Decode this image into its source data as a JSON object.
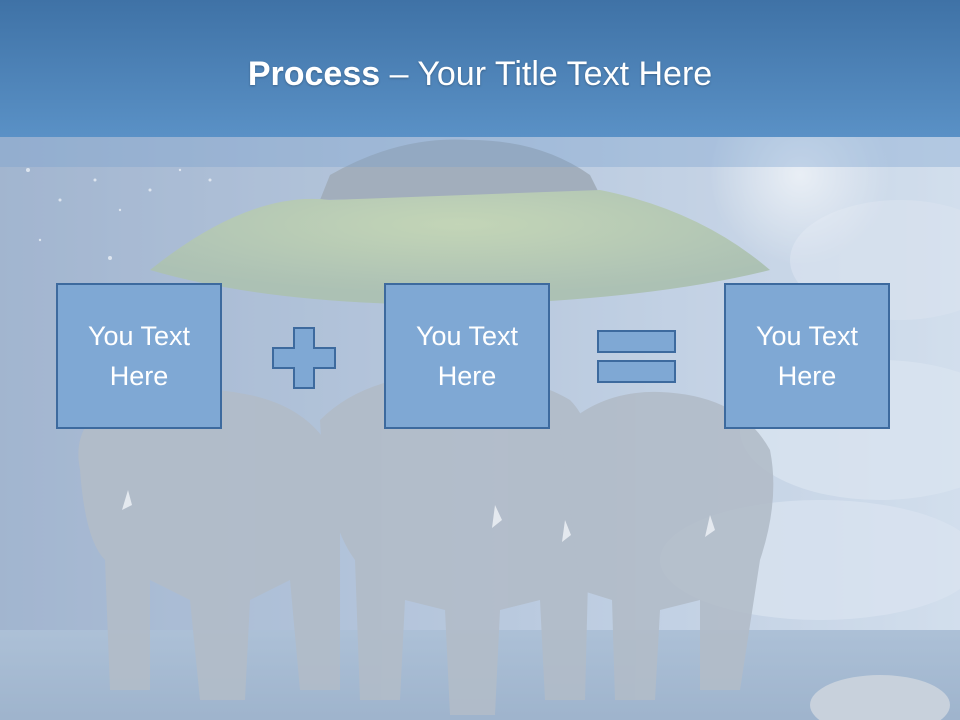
{
  "slide": {
    "title_bold": "Process",
    "title_rest": " – Your Title Text Here"
  },
  "boxes": [
    {
      "text": "You Text Here"
    },
    {
      "text": "You Text Here"
    },
    {
      "text": "You Text Here"
    }
  ],
  "icons": {
    "plus": "plus-icon",
    "equals": "equals-icon"
  },
  "colors": {
    "title_bar": "#4a7fb5",
    "box_fill": "#7fa8d4",
    "box_border": "#3d6a9e"
  }
}
